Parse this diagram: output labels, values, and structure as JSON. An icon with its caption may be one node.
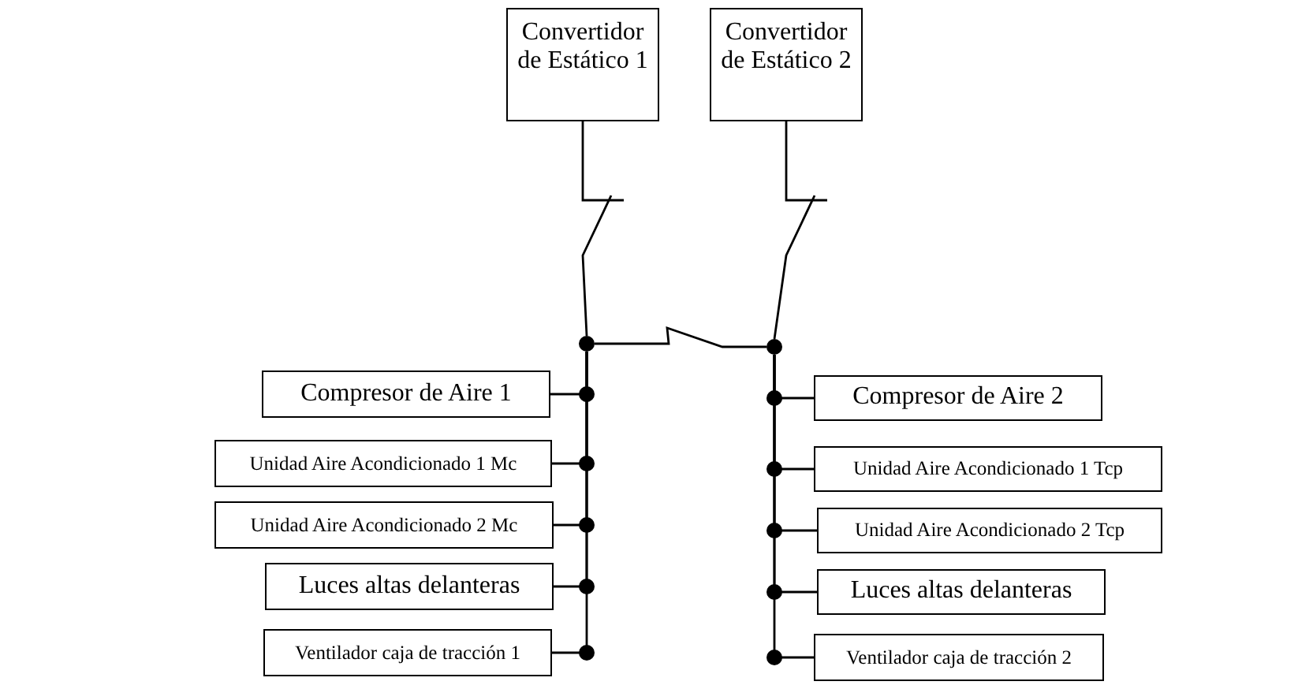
{
  "diagram": {
    "nodes": [
      {
        "text": [
          "Convertidor de Estático 1"
        ]
      },
      {
        "text": [
          "Convertidor de Estático 2"
        ]
      },
      {
        "text": [],
        "shape": "circle"
      },
      {
        "text": [],
        "shape": "circle"
      },
      {
        "text": [
          "Compresor de Aire 1"
        ]
      },
      {
        "text": [
          "Unidad Aire Acondicionado 1 Mc"
        ]
      },
      {
        "text": [
          "Unidad Aire Acondicionado 2 Mc"
        ]
      },
      {
        "text": [
          "Luces altas delanteras"
        ]
      },
      {
        "text": [
          "Ventilador  caja de tracción 1"
        ]
      },
      {
        "text": [
          "Compresor de Aire 2"
        ]
      },
      {
        "text": [
          "Unidad Aire Acondicionado 1 Tcp"
        ]
      },
      {
        "text": [
          "Unidad Aire Acondicionado 2 Tcp"
        ]
      },
      {
        "text": [
          "Luces altas delanteras"
        ]
      },
      {
        "text": [
          "Ventilador  caja de tracción 2"
        ]
      }
    ],
    "edges": [
      {
        "from": 0,
        "to": 2,
        "arrow": "none"
      },
      {
        "from": 1,
        "to": 3,
        "arrow": "none"
      },
      {
        "from": 2,
        "to": 3,
        "arrow": "none"
      },
      {
        "from": 2,
        "to": 4,
        "arrow": "none"
      },
      {
        "from": 2,
        "to": 5,
        "arrow": "none"
      },
      {
        "from": 2,
        "to": 6,
        "arrow": "none"
      },
      {
        "from": 2,
        "to": 7,
        "arrow": "none"
      },
      {
        "from": 2,
        "to": 8,
        "arrow": "none"
      },
      {
        "from": 3,
        "to": 9,
        "arrow": "none"
      },
      {
        "from": 3,
        "to": 10,
        "arrow": "none"
      },
      {
        "from": 3,
        "to": 11,
        "arrow": "none"
      },
      {
        "from": 3,
        "to": 12,
        "arrow": "none"
      },
      {
        "from": 3,
        "to": 13,
        "arrow": "none"
      }
    ]
  }
}
